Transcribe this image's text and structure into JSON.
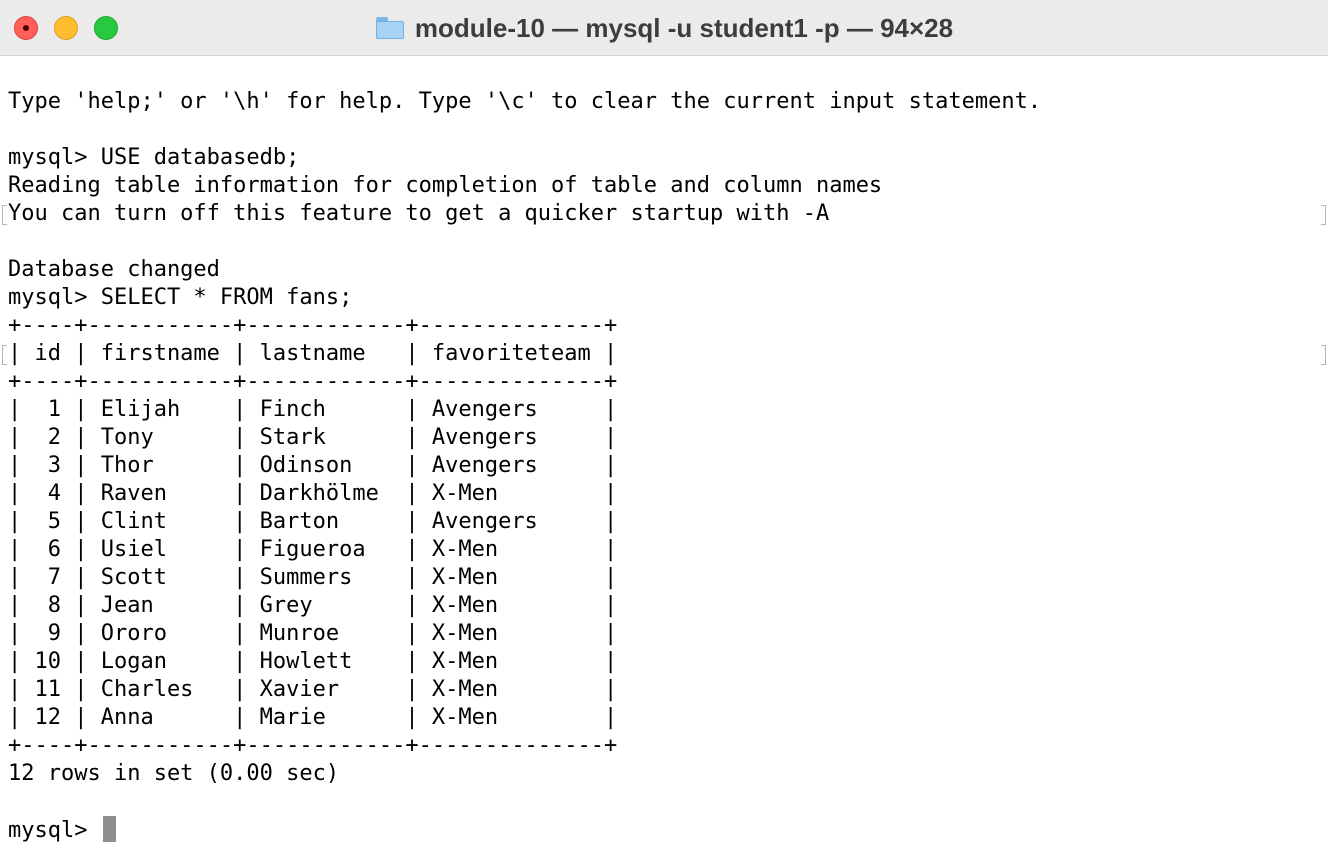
{
  "window": {
    "title": "module-10 — mysql -u student1 -p — 94×28",
    "icon": "folder-icon"
  },
  "terminal": {
    "lines": [
      "Type 'help;' or '\\h' for help. Type '\\c' to clear the current input statement.",
      "",
      "mysql> USE databasedb;",
      "Reading table information for completion of table and column names",
      "You can turn off this feature to get a quicker startup with -A",
      "",
      "Database changed",
      "mysql> SELECT * FROM fans;",
      "+----+-----------+------------+--------------+",
      "| id | firstname | lastname   | favoriteteam |",
      "+----+-----------+------------+--------------+",
      "|  1 | Elijah    | Finch      | Avengers     |",
      "|  2 | Tony      | Stark      | Avengers     |",
      "|  3 | Thor      | Odinson    | Avengers     |",
      "|  4 | Raven     | Darkhölme  | X-Men        |",
      "|  5 | Clint     | Barton     | Avengers     |",
      "|  6 | Usiel     | Figueroa   | X-Men        |",
      "|  7 | Scott     | Summers    | X-Men        |",
      "|  8 | Jean      | Grey       | X-Men        |",
      "|  9 | Ororo     | Munroe     | X-Men        |",
      "| 10 | Logan     | Howlett    | X-Men        |",
      "| 11 | Charles   | Xavier     | X-Men        |",
      "| 12 | Anna      | Marie      | X-Men        |",
      "+----+-----------+------------+--------------+",
      "12 rows in set (0.00 sec)",
      ""
    ],
    "prompt": "mysql> "
  }
}
